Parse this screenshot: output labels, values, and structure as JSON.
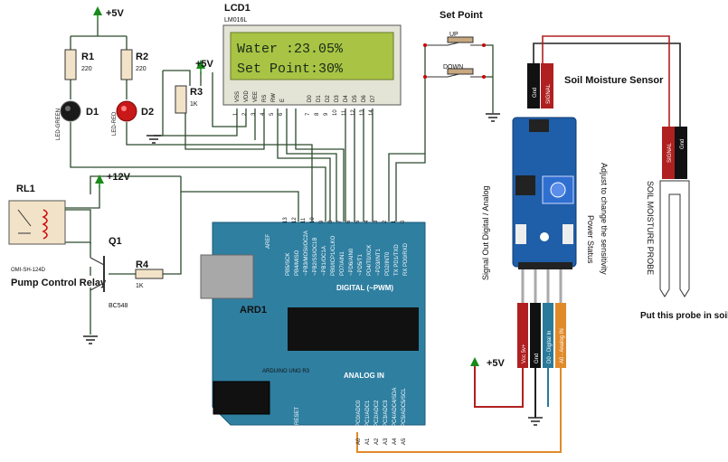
{
  "power": {
    "p5v_top": "+5V",
    "p5v_lcd": "+5V",
    "p12v": "+12V",
    "p5v_sensor": "+5V"
  },
  "lcd": {
    "title": "LCD1",
    "model": "LM016L",
    "line1": "Water :23.05%",
    "line2": "Set Point:30%",
    "pins": [
      "VSS",
      "VDD",
      "VEE",
      "RS",
      "RW",
      "E",
      "D0",
      "D1",
      "D2",
      "D3",
      "D4",
      "D5",
      "D6",
      "D7"
    ],
    "pin_numbers": [
      "1",
      "2",
      "3",
      "4",
      "5",
      "6",
      "7",
      "8",
      "9",
      "10",
      "11",
      "12",
      "13",
      "14"
    ]
  },
  "leds": {
    "r1": "R1",
    "r1_val": "220",
    "r2": "R2",
    "r2_val": "220",
    "d1": "D1",
    "d1_type": "LED-GREEN",
    "d2": "D2",
    "d2_type": "LED-RED"
  },
  "pot": {
    "name": "R3",
    "value": "1K"
  },
  "setpoint": {
    "title": "Set Point",
    "up": "UP",
    "down": "DOWN"
  },
  "relay": {
    "name": "RL1",
    "model": "OMI-SH-124D",
    "caption": "Pump Control Relay"
  },
  "transistor": {
    "name": "Q1",
    "model": "BC548"
  },
  "r4": {
    "name": "R4",
    "value": "1K"
  },
  "arduino": {
    "name": "ARD1",
    "board": "ARDUINO UNO R3",
    "digital": "DIGITAL (~PWM)",
    "analog": "ANALOG IN",
    "aref": "AREF",
    "reset": "RESET",
    "d_top_pins": [
      "13",
      "12",
      "11",
      "10",
      "9",
      "8",
      "7",
      "6",
      "5",
      "4",
      "3",
      "2",
      "1",
      "0"
    ],
    "d_bottom_pins": [
      "PB5/SCK",
      "PB4/MISO",
      "~PB3/MOSI/OC2A",
      "~PB2/SS/OC1B",
      "~PB1/OC1A",
      "PB0/ICP1/CLKO",
      "PD7/AIN1",
      "~PD6/AIN0",
      "~PD5/T1",
      "PD4/T0/XCK",
      "~PD3/INT1",
      "PD2/INT0",
      "TX PD1/TXD",
      "RX PD0/RXD"
    ],
    "a_pins": [
      "A0",
      "A1",
      "A2",
      "A3",
      "A4",
      "A5"
    ],
    "a_pin_names": [
      "PC0/ADC0",
      "PC1/ADC1",
      "PC2/ADC2",
      "PC3/ADC3",
      "PC4/ADC4/SDA",
      "PC5/ADC5/SCL"
    ]
  },
  "sensor": {
    "title": "Soil Moisture Sensor",
    "gnd": "Gnd",
    "signal": "SIGNAL",
    "adjust": "Adjust to change the sensitivity",
    "signal_out": "Signal Out Digital / Analog",
    "power_status": "Power Status",
    "pins": [
      "Vcc 5v+",
      "Gnd",
      "D0 - Digital In",
      "A0 - Analog IN"
    ]
  },
  "probe": {
    "title": "SOIL MOISTURE PROBE",
    "signal": "SIGNAL",
    "gnd": "Gnd",
    "note": "Put this probe in soil"
  },
  "colors": {
    "arduino": "#2f7fa1",
    "lcd_screen": "#a9c444",
    "sensor_board": "#1f5ea8",
    "wire": "#2c4a2c",
    "wire_analog": "#e08a2a",
    "wire_power": "#b02020"
  }
}
